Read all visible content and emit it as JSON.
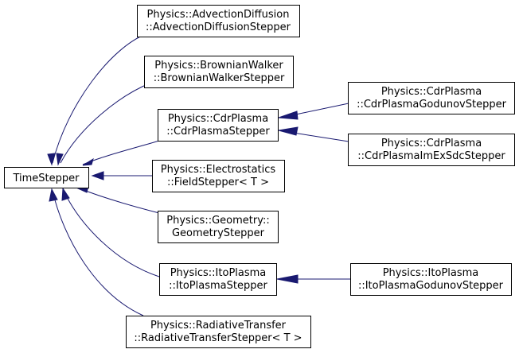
{
  "colors": {
    "edge": "#191970",
    "node_border": "#000000",
    "node_fill": "#ffffff"
  },
  "nodes": {
    "timestepper": {
      "lines": [
        "TimeStepper"
      ]
    },
    "advection": {
      "lines": [
        "Physics::AdvectionDiffusion",
        "::AdvectionDiffusionStepper"
      ]
    },
    "brownian": {
      "lines": [
        "Physics::BrownianWalker",
        "::BrownianWalkerStepper"
      ]
    },
    "cdr": {
      "lines": [
        "Physics::CdrPlasma",
        "::CdrPlasmaStepper"
      ]
    },
    "cdr_godunov": {
      "lines": [
        "Physics::CdrPlasma",
        "::CdrPlasmaGodunovStepper"
      ]
    },
    "cdr_imex": {
      "lines": [
        "Physics::CdrPlasma",
        "::CdrPlasmaImExSdcStepper"
      ]
    },
    "field": {
      "lines": [
        "Physics::Electrostatics",
        "::FieldStepper< T >"
      ]
    },
    "geometry": {
      "lines": [
        "Physics::Geometry::",
        "GeometryStepper"
      ]
    },
    "ito": {
      "lines": [
        "Physics::ItoPlasma",
        "::ItoPlasmaStepper"
      ]
    },
    "ito_godunov": {
      "lines": [
        "Physics::ItoPlasma",
        "::ItoPlasmaGodunovStepper"
      ]
    },
    "radiative": {
      "lines": [
        "Physics::RadiativeTransfer",
        "::RadiativeTransferStepper< T >"
      ]
    }
  },
  "edges": [
    {
      "from": "advection",
      "to": "timestepper"
    },
    {
      "from": "brownian",
      "to": "timestepper"
    },
    {
      "from": "cdr",
      "to": "timestepper"
    },
    {
      "from": "field",
      "to": "timestepper"
    },
    {
      "from": "geometry",
      "to": "timestepper"
    },
    {
      "from": "ito",
      "to": "timestepper"
    },
    {
      "from": "radiative",
      "to": "timestepper"
    },
    {
      "from": "cdr_godunov",
      "to": "cdr"
    },
    {
      "from": "cdr_imex",
      "to": "cdr"
    },
    {
      "from": "ito_godunov",
      "to": "ito"
    }
  ]
}
